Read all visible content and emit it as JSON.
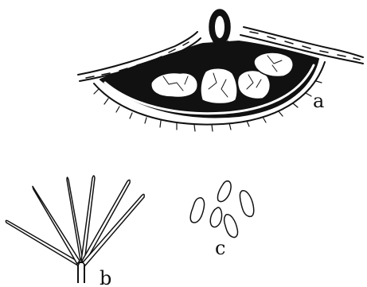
{
  "labels": {
    "a": "a",
    "b": "b",
    "c": "c"
  },
  "colors": {
    "ink": "#111111",
    "paper": "#ffffff"
  }
}
